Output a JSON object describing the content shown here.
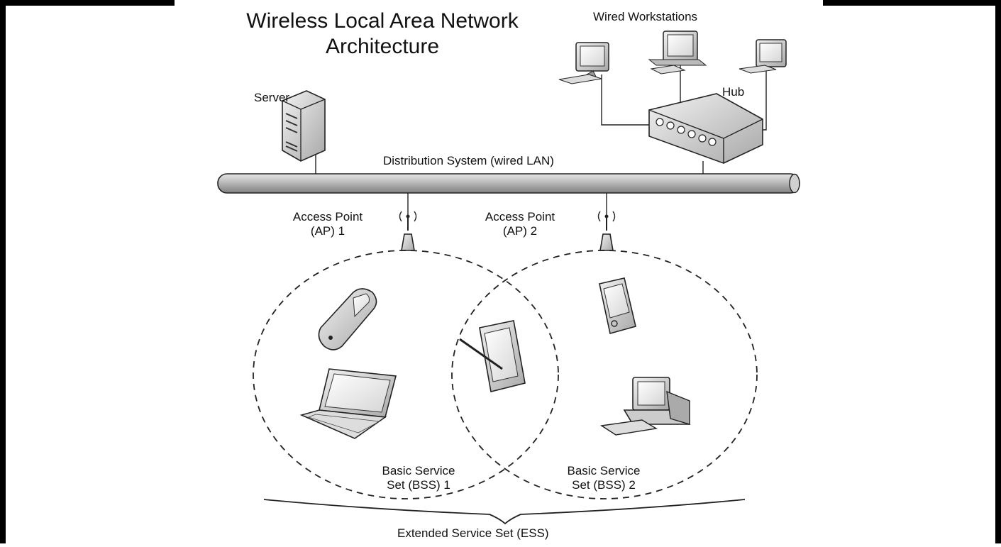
{
  "diagram": {
    "title_line1": "Wireless Local Area Network",
    "title_line2": "Architecture",
    "labels": {
      "wired_workstations": "Wired Workstations",
      "hub": "Hub",
      "server": "Server",
      "distribution_system": "Distribution System (wired LAN)",
      "ap1_line1": "Access Point",
      "ap1_line2": "(AP) 1",
      "ap2_line1": "Access Point",
      "ap2_line2": "(AP) 2",
      "bss1_line1": "Basic Service",
      "bss1_line2": "Set (BSS) 1",
      "bss2_line1": "Basic Service",
      "bss2_line2": "Set (BSS) 2",
      "ess": "Extended Service Set (ESS)"
    }
  }
}
